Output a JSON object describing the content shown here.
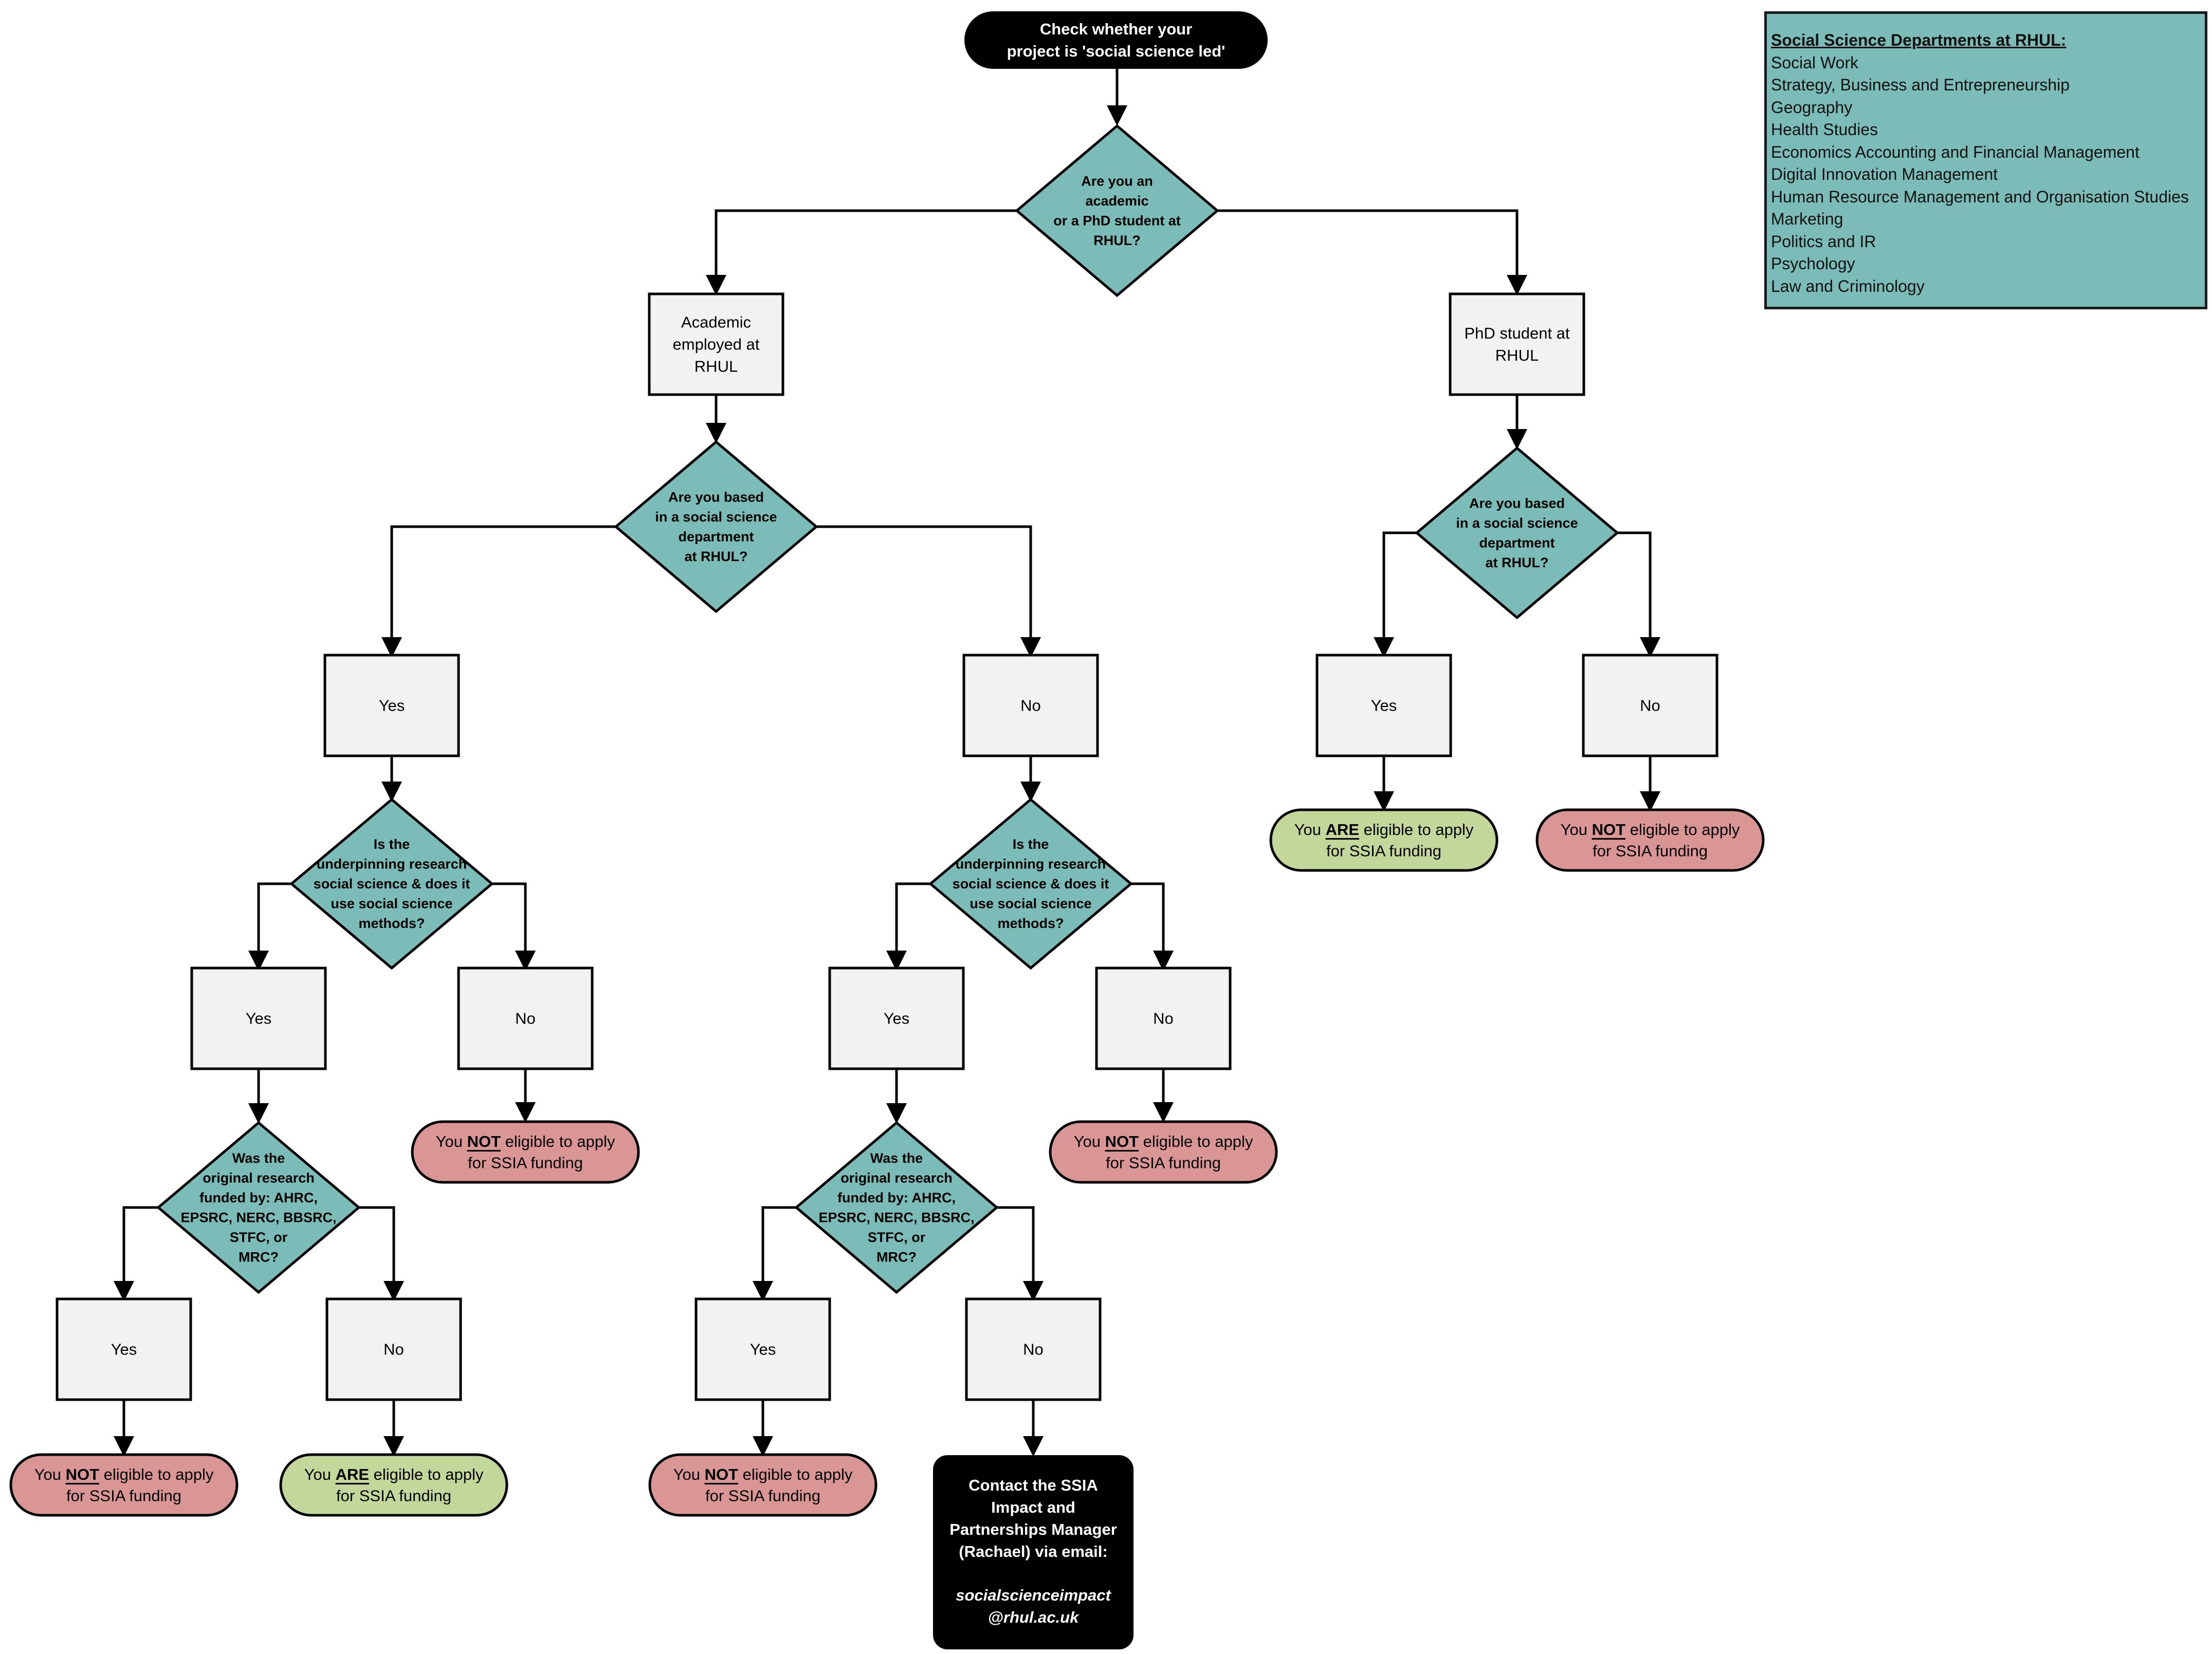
{
  "start": {
    "line1": "Check whether your",
    "line2": "project is 'social science led'"
  },
  "q_role": {
    "lines": [
      "Are you an",
      "academic",
      "or a PhD student at",
      "RHUL?"
    ]
  },
  "academic_box": {
    "lines": [
      "Academic",
      "employed at",
      "RHUL"
    ]
  },
  "phd_box": {
    "lines": [
      "PhD student at",
      "RHUL"
    ]
  },
  "q_dept": {
    "lines": [
      "Are you based",
      "in a social science",
      "department",
      "at RHUL?"
    ]
  },
  "q_underpinning": {
    "lines": [
      "Is the",
      "underpinning research",
      "social science & does it",
      "use social science",
      "methods?"
    ]
  },
  "q_funded": {
    "lines": [
      "Was the",
      "original research",
      "funded by: AHRC,",
      "EPSRC, NERC, BBSRC,",
      "STFC, or",
      "MRC?"
    ]
  },
  "answers": {
    "yes": "Yes",
    "no": "No"
  },
  "outcome_not": {
    "pre": "You ",
    "em": "NOT",
    "post": " eligible to apply",
    "line2": "for SSIA funding"
  },
  "outcome_are": {
    "pre": "You ",
    "em": "ARE",
    "post": " eligible to apply",
    "line2": "for SSIA funding"
  },
  "contact": {
    "lines": [
      "Contact the SSIA",
      "Impact and",
      "Partnerships Manager",
      "(Rachael) via email:"
    ],
    "email": [
      "socialscienceimpact",
      "@rhul.ac.uk"
    ]
  },
  "legend": {
    "title": "Social Science Departments at RHUL:",
    "items": [
      "Social Work",
      "Strategy, Business and Entrepreneurship",
      "Geography",
      "Health Studies",
      "Economics   Accounting and Financial Management",
      "Digital Innovation Management",
      "Human Resource Management and Organisation Studies",
      "Marketing",
      "Politics and IR",
      "Psychology",
      "Law and Criminology"
    ]
  },
  "colors": {
    "diamond_fill": "#7bbcb9",
    "box_fill": "#f2f2f2",
    "not_eligible_fill": "#da9694",
    "eligible_fill": "#c4d79b",
    "terminal_fill": "#000000",
    "line": "#000000"
  }
}
